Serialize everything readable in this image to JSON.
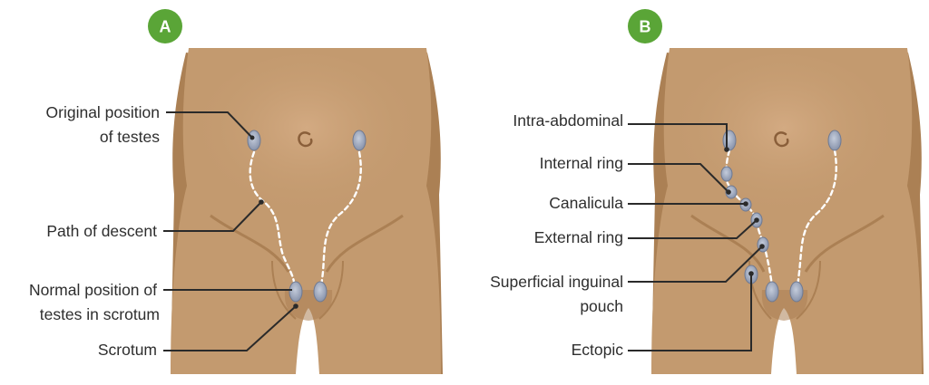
{
  "panels": [
    {
      "badge": "A",
      "labels": {
        "original_l1": "Original position",
        "original_l2": "of testes",
        "path_descent": "Path of descent",
        "normal_l1": "Normal position of",
        "normal_l2": "testes in scrotum",
        "scrotum": "Scrotum"
      }
    },
    {
      "badge": "B",
      "labels": {
        "intra_abdominal": "Intra-abdominal",
        "internal_ring": "Internal ring",
        "canalicula": "Canalicula",
        "external_ring": "External ring",
        "superficial_l1": "Superficial inguinal",
        "superficial_l2": "pouch",
        "ectopic": "Ectopic"
      }
    }
  ],
  "colors": {
    "skin": "#c39a6f",
    "skin_shadow": "#ab8054",
    "skin_light": "#cfa57b",
    "testis": "#9aa6bd",
    "testis_rim": "#6f7a92",
    "badge": "#5aa537",
    "leader": "#2a2a2a"
  }
}
